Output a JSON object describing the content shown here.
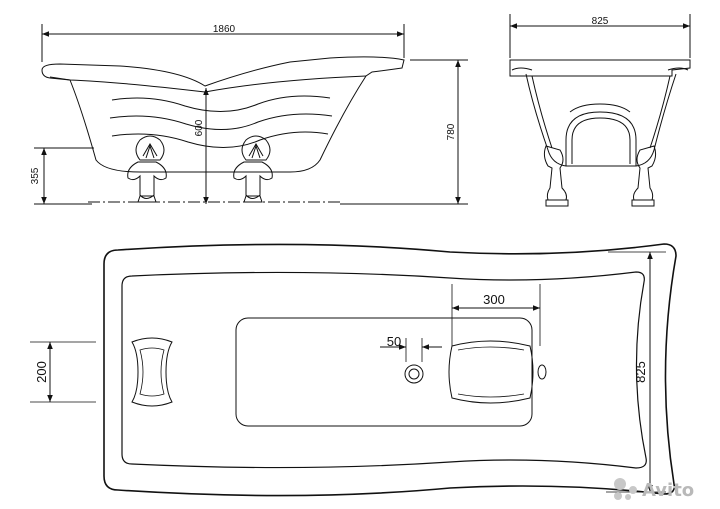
{
  "dimensions": {
    "side_length": "1860",
    "side_height_total": "780",
    "side_inner_depth": "600",
    "side_leg_height": "355",
    "end_width": "825",
    "plan_width": "825",
    "plan_headrest_offset": "300",
    "plan_drain_offset": "50",
    "plan_headrest_left": "200"
  },
  "watermark": {
    "text": "Avito"
  },
  "colors": {
    "line": "#111111",
    "watermark": "#b9b9b9"
  }
}
